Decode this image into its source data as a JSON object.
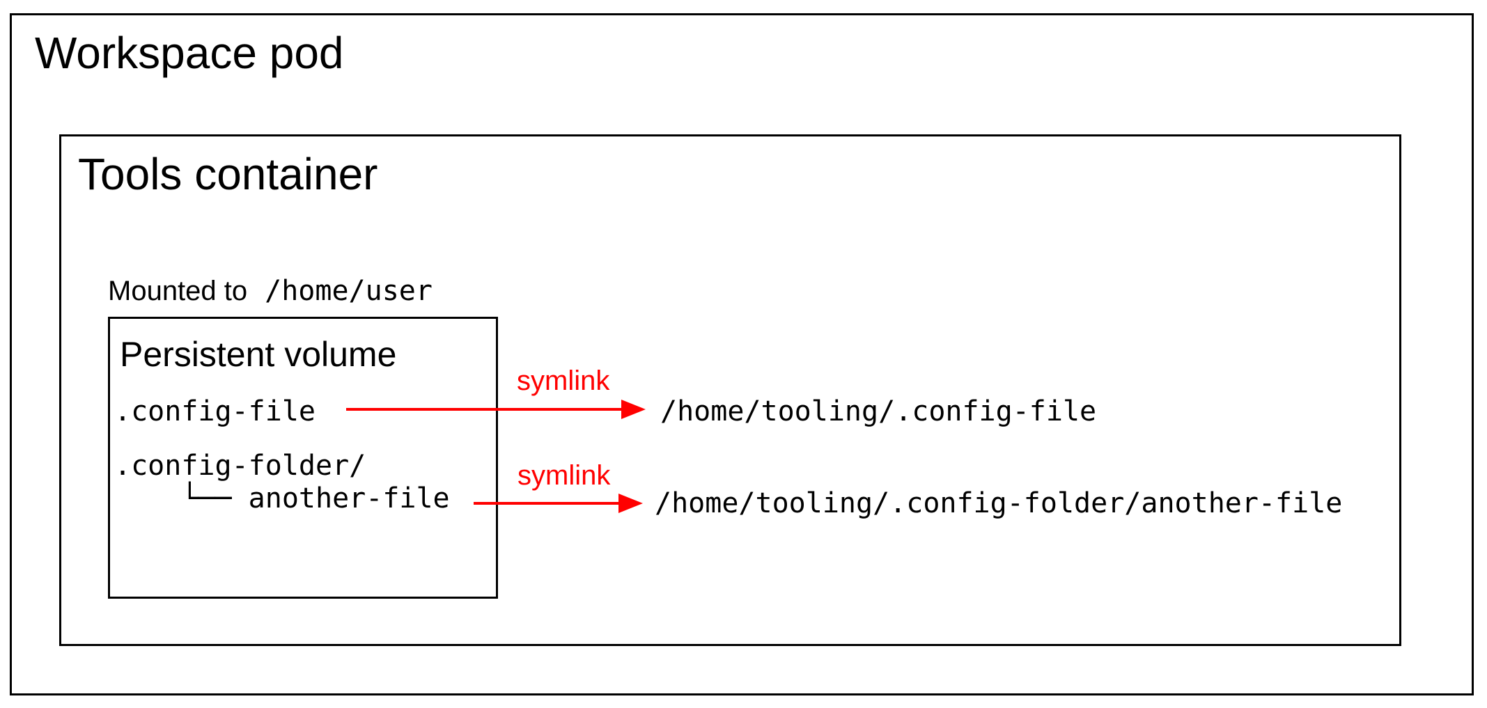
{
  "workspace_pod": {
    "title": "Workspace pod"
  },
  "tools_container": {
    "title": "Tools container"
  },
  "mount": {
    "prefix": "Mounted to",
    "path": "/home/user"
  },
  "persistent_volume": {
    "title": "Persistent volume",
    "files": [
      {
        "name": ".config-file"
      },
      {
        "name": ".config-folder/"
      },
      {
        "name": "    └── another-file"
      }
    ]
  },
  "symlinks": [
    {
      "label": "symlink",
      "target": "/home/tooling/.config-file"
    },
    {
      "label": "symlink",
      "target": "/home/tooling/.config-folder/another-file"
    }
  ],
  "colors": {
    "symlink_red": "#ff0000",
    "border_black": "#000000",
    "background": "#ffffff"
  }
}
